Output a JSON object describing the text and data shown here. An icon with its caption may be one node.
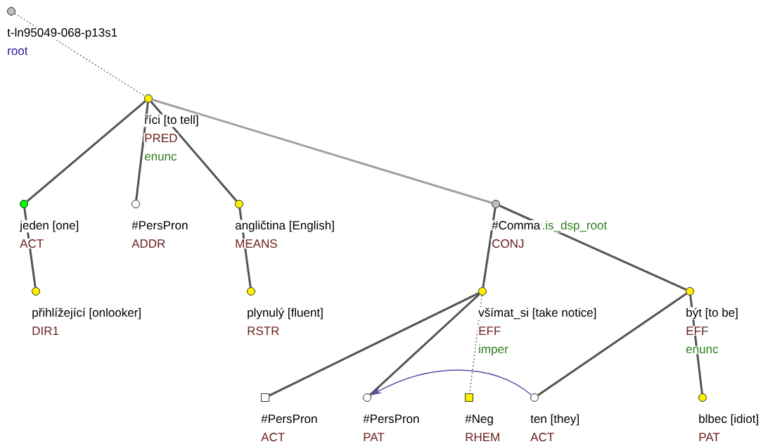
{
  "diagram": {
    "nodes": [
      {
        "text": [],
        "shape": "circle",
        "beside": [
          "t-ln95049-068-p13s1",
          "root"
        ]
      },
      {
        "text": [],
        "shape": "circle",
        "beside": [
          "říci [to tell]",
          "PRED",
          "enunc"
        ]
      },
      {
        "text": [],
        "shape": "circle",
        "beside": [
          "jeden [one]",
          "ACT"
        ]
      },
      {
        "text": [],
        "shape": "circle",
        "beside": [
          "#PersPron",
          "ADDR"
        ]
      },
      {
        "text": [],
        "shape": "circle",
        "beside": [
          "angličtina [English]",
          "MEANS"
        ]
      },
      {
        "text": [],
        "shape": "circle",
        "beside": [
          "#Comma",
          ".is_dsp_root",
          "CONJ"
        ]
      },
      {
        "text": [],
        "shape": "circle",
        "beside": [
          "přihlížející [onlooker]",
          "DIR1"
        ]
      },
      {
        "text": [],
        "shape": "circle",
        "beside": [
          "plynulý [fluent]",
          "RSTR"
        ]
      },
      {
        "text": [],
        "shape": "circle",
        "beside": [
          "všímat_si [take notice]",
          "EFF",
          "imper"
        ]
      },
      {
        "text": [],
        "shape": "circle",
        "beside": [
          "být [to be]",
          "EFF",
          "enunc"
        ]
      },
      {
        "text": [],
        "shape": "box",
        "beside": [
          "#PersPron",
          "ACT"
        ]
      },
      {
        "text": [],
        "shape": "circle",
        "beside": [
          "#PersPron",
          "PAT"
        ]
      },
      {
        "text": [],
        "shape": "box",
        "beside": [
          "#Neg",
          "RHEM"
        ]
      },
      {
        "text": [],
        "shape": "circle",
        "beside": [
          "ten [they]",
          "ACT"
        ]
      },
      {
        "text": [],
        "shape": "circle",
        "beside": [
          "blbec [idiot]",
          "PAT"
        ]
      }
    ],
    "edges": [
      {
        "from": 0,
        "to": 1,
        "arrow": "none",
        "style": "dashed"
      },
      {
        "from": 1,
        "to": 2,
        "arrow": "none"
      },
      {
        "from": 1,
        "to": 3,
        "arrow": "none"
      },
      {
        "from": 1,
        "to": 4,
        "arrow": "none"
      },
      {
        "from": 1,
        "to": 5,
        "arrow": "none",
        "color": "#a0a0a0"
      },
      {
        "from": 2,
        "to": 6,
        "arrow": "none"
      },
      {
        "from": 4,
        "to": 7,
        "arrow": "none"
      },
      {
        "from": 5,
        "to": 8,
        "arrow": "none"
      },
      {
        "from": 5,
        "to": 9,
        "arrow": "none"
      },
      {
        "from": 8,
        "to": 10,
        "arrow": "none"
      },
      {
        "from": 8,
        "to": 11,
        "arrow": "none"
      },
      {
        "from": 8,
        "to": 12,
        "arrow": "none",
        "style": "dashed"
      },
      {
        "from": 9,
        "to": 13,
        "arrow": "none"
      },
      {
        "from": 9,
        "to": 14,
        "arrow": "none"
      },
      {
        "from": 13,
        "to": 11,
        "arrow": "to",
        "color": "#5050a8"
      }
    ]
  }
}
